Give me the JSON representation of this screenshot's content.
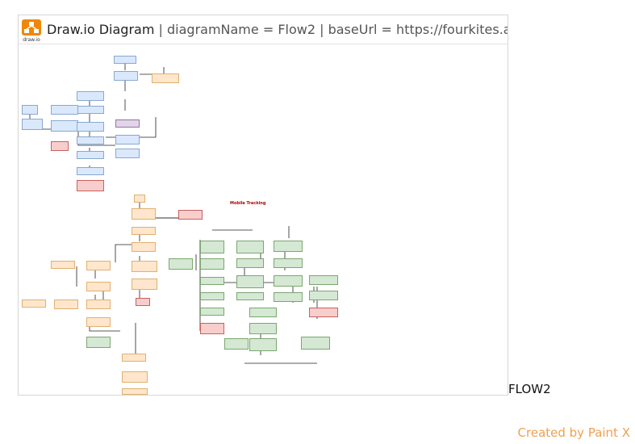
{
  "header": {
    "logo_text": "draw.io",
    "app_title": "Draw.io Diagram",
    "separator": "|",
    "param_name": "diagramName = Flow2",
    "param_url": "baseUrl = https://fourkites.atlass"
  },
  "diagram": {
    "section_title": "Mobile Tracking"
  },
  "caption": "FLOW2",
  "credit": "Created by Paint X",
  "colors": {
    "blue": "#dae8fc",
    "orange": "#ffe6cc",
    "green": "#d5e8d4",
    "red": "#f8cecc",
    "purple": "#e1d5e7",
    "credit": "#f0a050",
    "logo": "#f08705"
  }
}
